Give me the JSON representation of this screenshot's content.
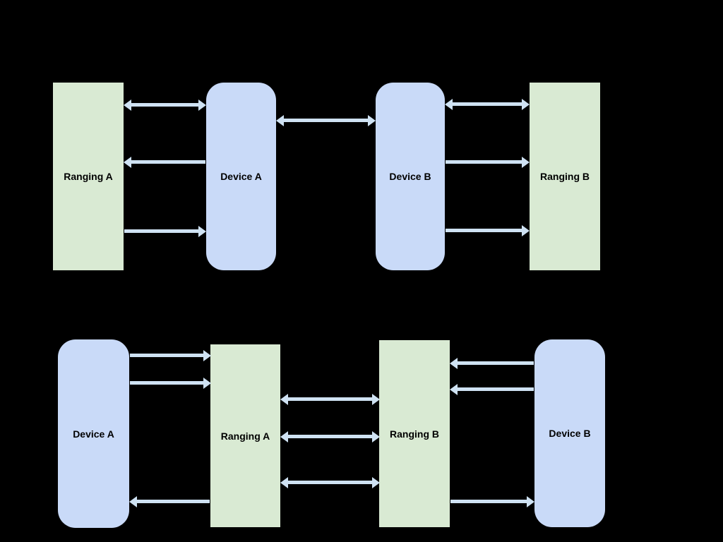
{
  "colors": {
    "background": "#000000",
    "device_box_fill": "#c9daf8",
    "ranging_box_fill": "#d9ead3",
    "arrow_color": "#cfe2f3",
    "label_color": "#000000"
  },
  "diagrams": {
    "top": {
      "nodes": [
        {
          "id": "ranging-a",
          "label": "Ranging A",
          "type": "ranging"
        },
        {
          "id": "device-a",
          "label": "Device A",
          "type": "device"
        },
        {
          "id": "device-b",
          "label": "Device B",
          "type": "device"
        },
        {
          "id": "ranging-b",
          "label": "Ranging B",
          "type": "ranging"
        }
      ],
      "connections": [
        {
          "between": [
            "Ranging A",
            "Device A"
          ],
          "direction": "bidirectional",
          "position": "top"
        },
        {
          "between": [
            "Device A",
            "Ranging A"
          ],
          "direction": "into Ranging A",
          "position": "middle"
        },
        {
          "between": [
            "Ranging A",
            "Device A"
          ],
          "direction": "into Device A",
          "position": "bottom"
        },
        {
          "between": [
            "Device A",
            "Device B"
          ],
          "direction": "bidirectional",
          "position": "top"
        },
        {
          "between": [
            "Device B",
            "Ranging B"
          ],
          "direction": "bidirectional",
          "position": "top"
        },
        {
          "between": [
            "Device B",
            "Ranging B"
          ],
          "direction": "into Ranging B",
          "position": "middle"
        },
        {
          "between": [
            "Device B",
            "Ranging B"
          ],
          "direction": "into Ranging B",
          "position": "bottom"
        }
      ]
    },
    "bottom": {
      "nodes": [
        {
          "id": "device-a",
          "label": "Device A",
          "type": "device"
        },
        {
          "id": "ranging-a",
          "label": "Ranging A",
          "type": "ranging"
        },
        {
          "id": "ranging-b",
          "label": "Ranging B",
          "type": "ranging"
        },
        {
          "id": "device-b",
          "label": "Device B",
          "type": "device"
        }
      ],
      "connections": [
        {
          "between": [
            "Device A",
            "Ranging A"
          ],
          "direction": "into Ranging A",
          "position": "top-1"
        },
        {
          "between": [
            "Device A",
            "Ranging A"
          ],
          "direction": "into Ranging A",
          "position": "top-2"
        },
        {
          "between": [
            "Ranging A",
            "Device A"
          ],
          "direction": "into Device A",
          "position": "bottom"
        },
        {
          "between": [
            "Ranging A",
            "Ranging B"
          ],
          "direction": "bidirectional",
          "position": "middle-1"
        },
        {
          "between": [
            "Ranging A",
            "Ranging B"
          ],
          "direction": "bidirectional",
          "position": "middle-2"
        },
        {
          "between": [
            "Ranging A",
            "Ranging B"
          ],
          "direction": "bidirectional",
          "position": "middle-3"
        },
        {
          "between": [
            "Device B",
            "Ranging B"
          ],
          "direction": "into Ranging B",
          "position": "top-1"
        },
        {
          "between": [
            "Device B",
            "Ranging B"
          ],
          "direction": "into Ranging B",
          "position": "top-2"
        },
        {
          "between": [
            "Ranging B",
            "Device B"
          ],
          "direction": "into Device B",
          "position": "bottom"
        }
      ]
    }
  }
}
